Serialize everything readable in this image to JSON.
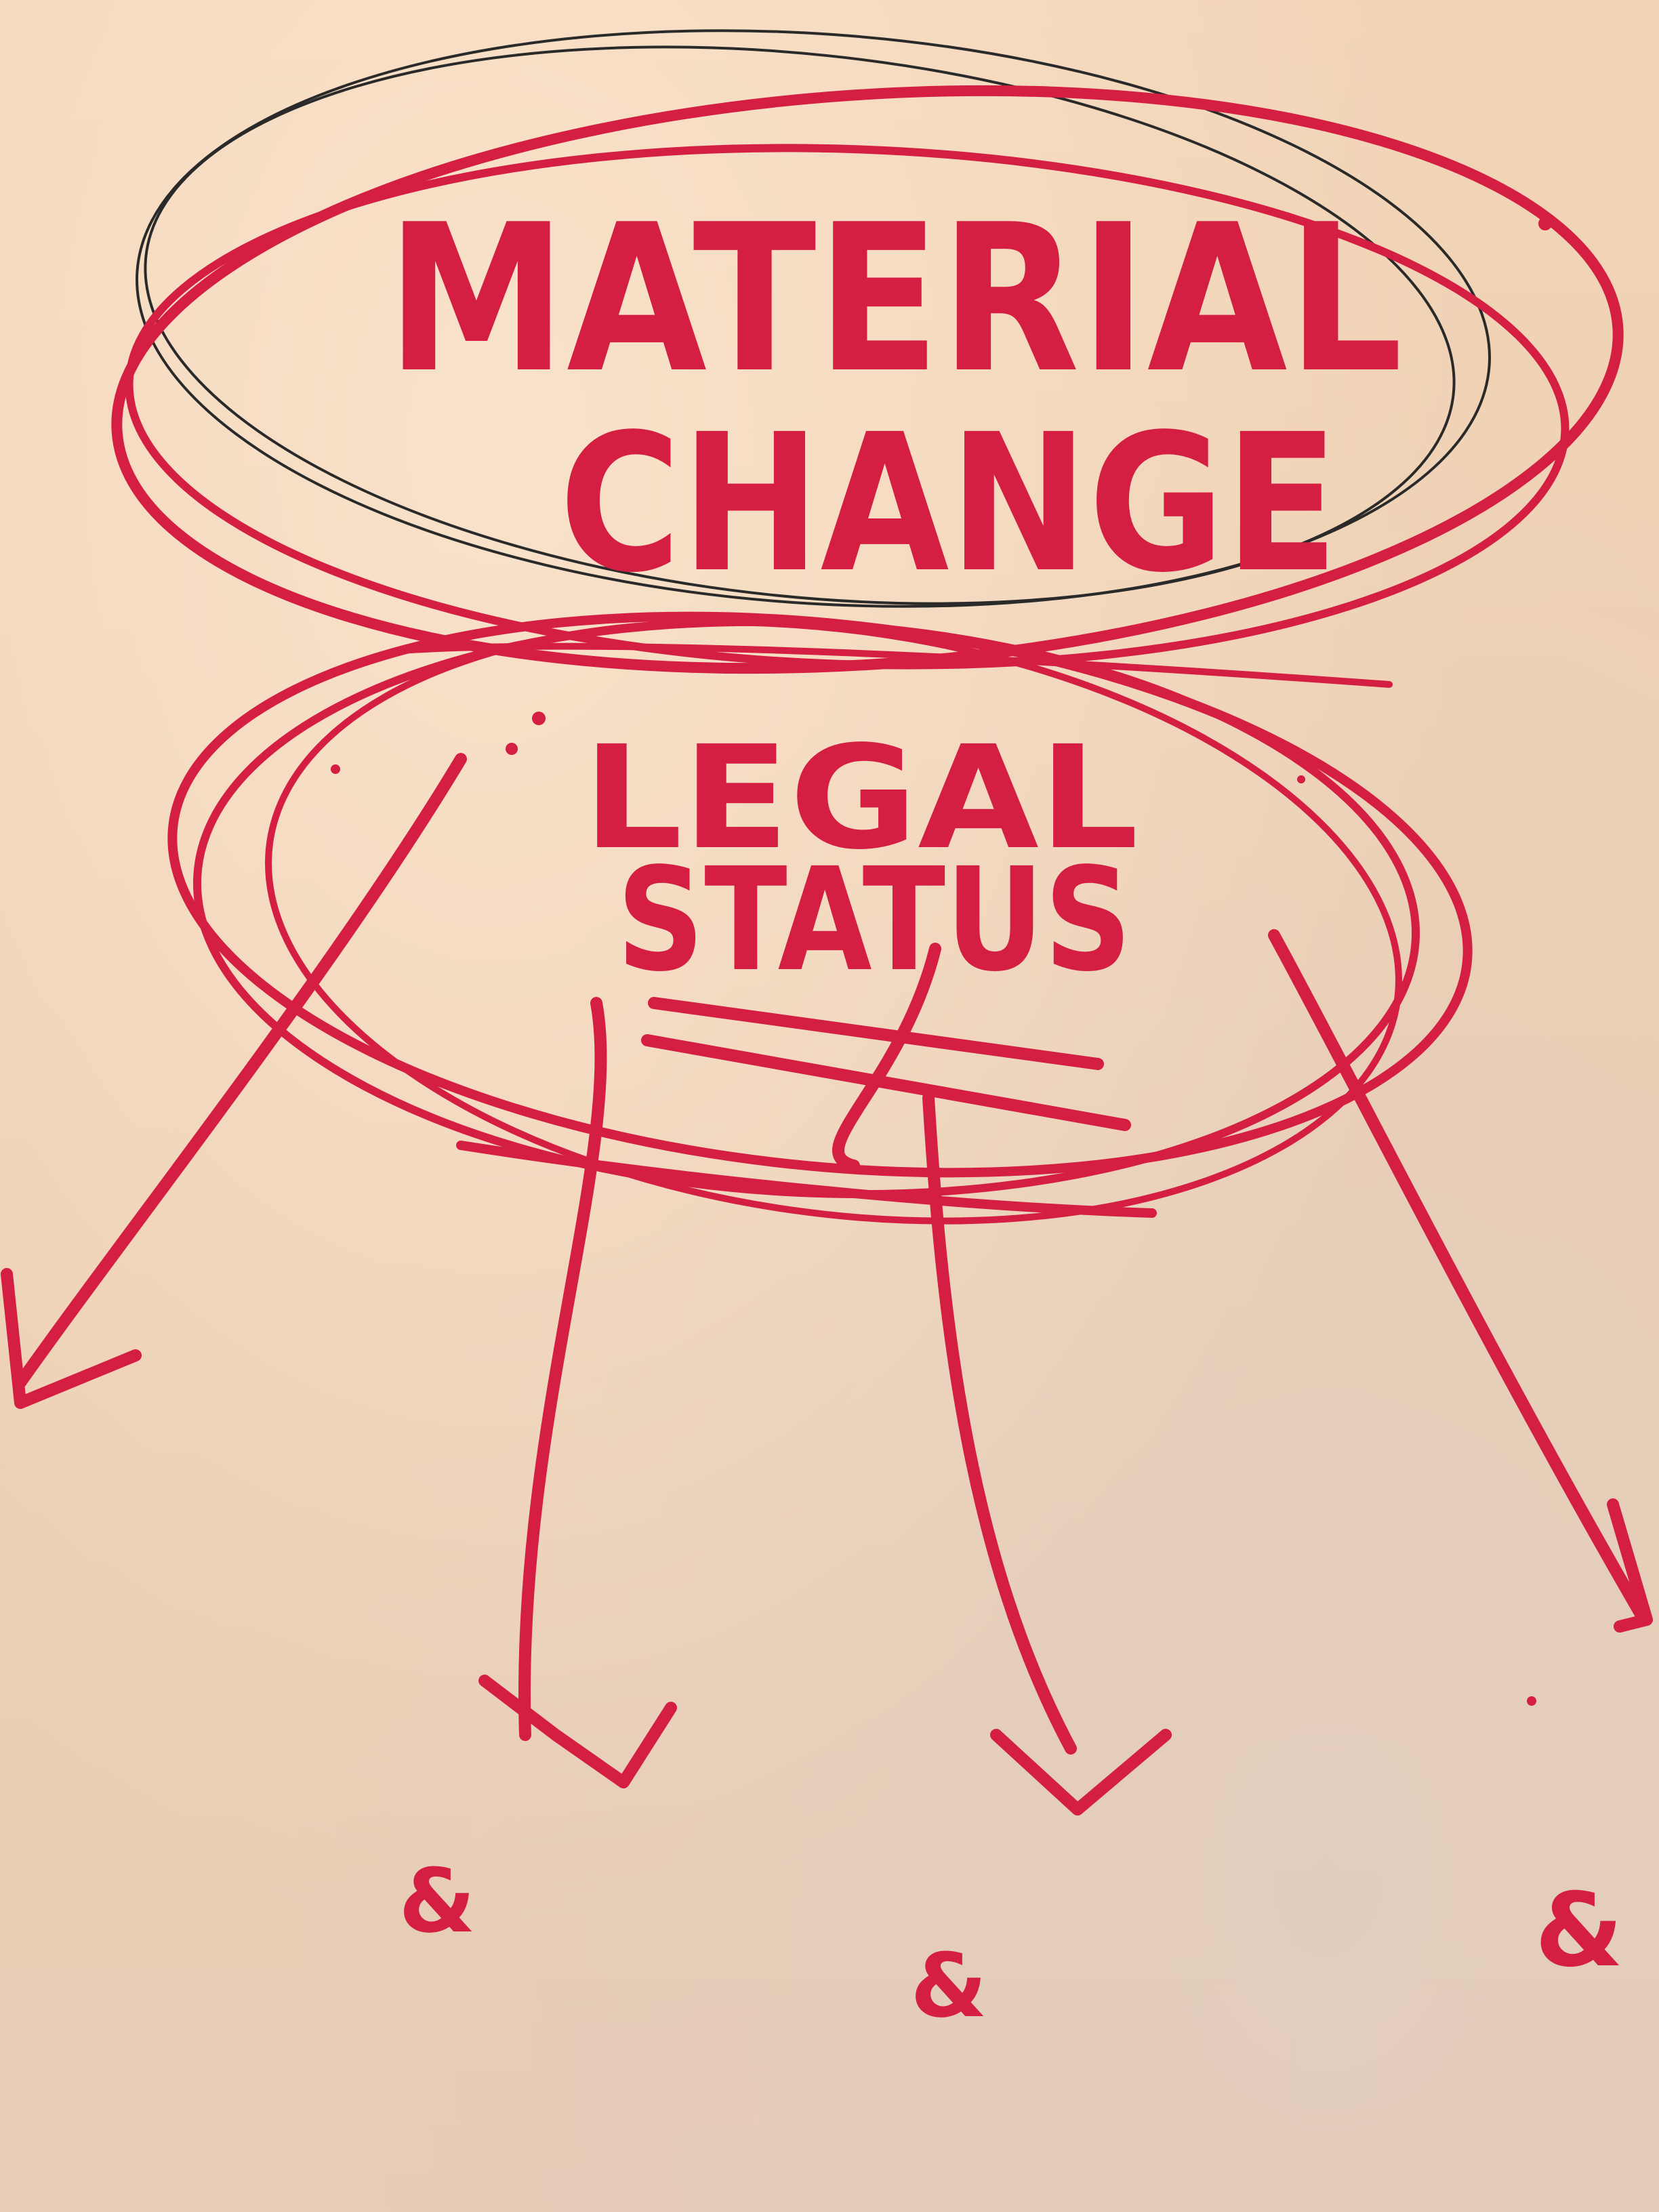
{
  "diagram": {
    "top_node": {
      "line1": "MATERIAL",
      "line2": "CHANGE"
    },
    "center_node": {
      "line1": "LEGAL",
      "line2": "STATUS"
    },
    "arrows": [
      {
        "direction": "down-left"
      },
      {
        "direction": "down"
      },
      {
        "direction": "down"
      },
      {
        "direction": "down-right"
      }
    ],
    "bottom_marks": [
      "&",
      "&",
      "&"
    ],
    "colors": {
      "ink": "#d41f42",
      "pencil": "#2a2a2a",
      "paper": "#efd2b5"
    }
  }
}
